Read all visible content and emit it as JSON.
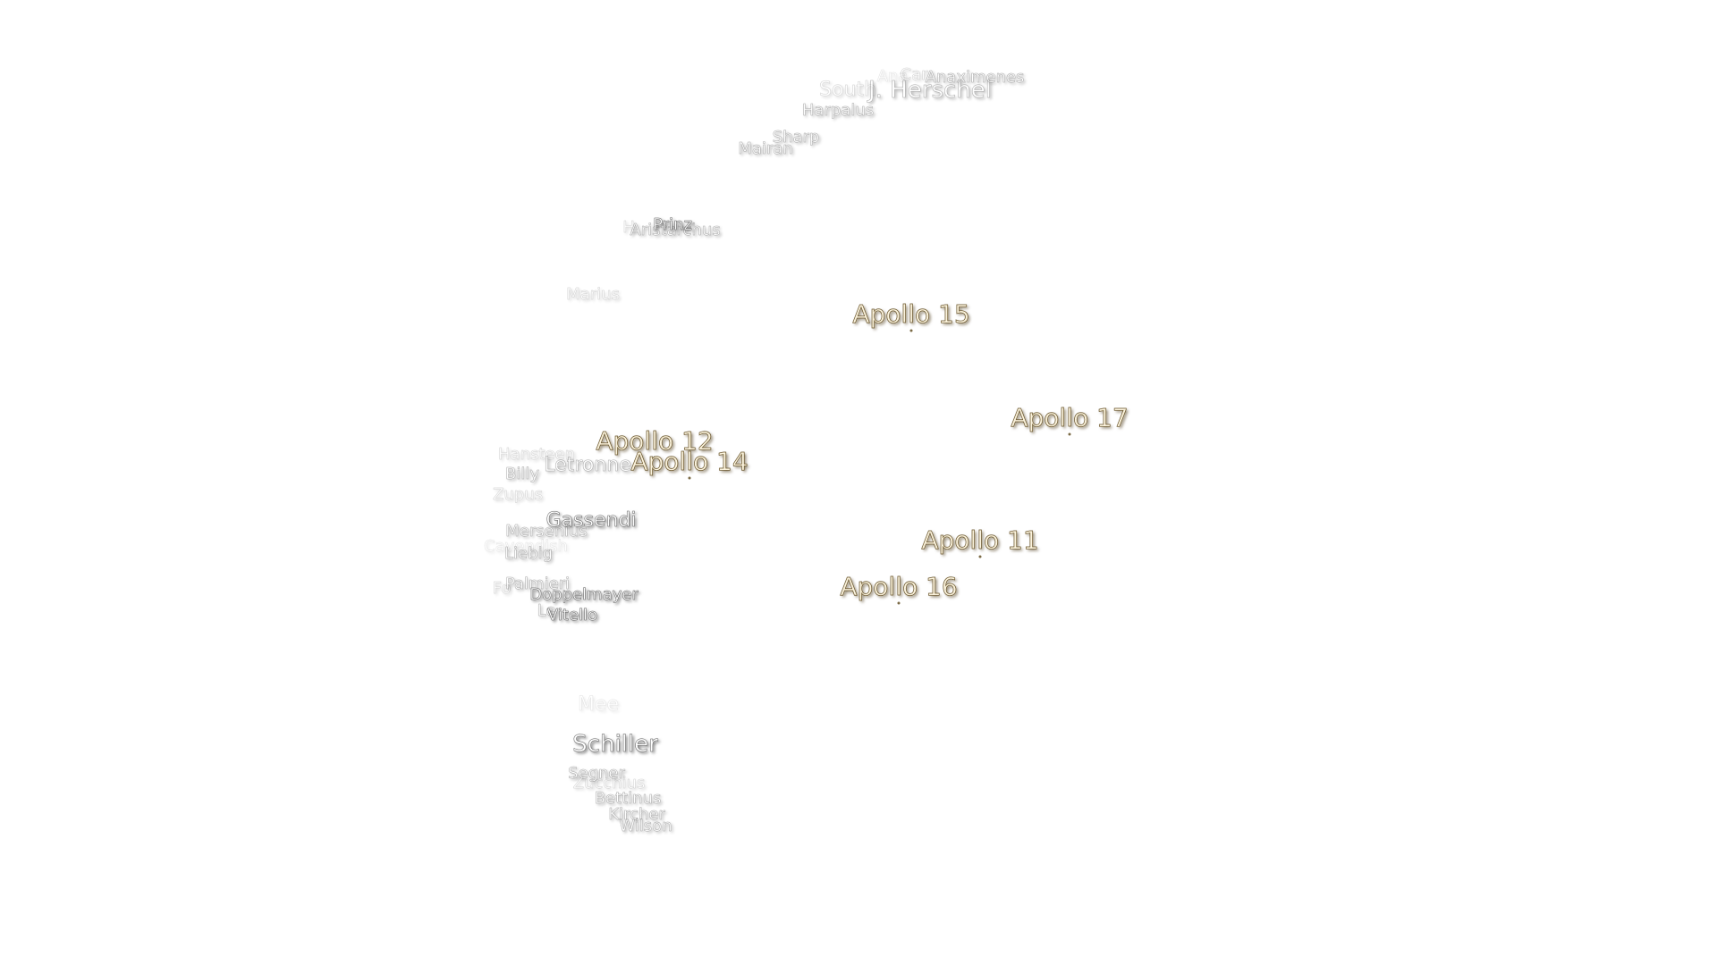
{
  "colors": {
    "background": "#ffffff",
    "crater_label_fill": "#ffffff",
    "crater_label_outline": "#6a6a6a",
    "apollo_label_fill": "#fbf3dd",
    "apollo_label_outline": "#6e5a30"
  },
  "craters": {
    "south": "South",
    "j_herschel": "J. Herschel",
    "anaximenes": "Anaximenes",
    "anaximander": "Ana",
    "carpenter": "Car",
    "harpalus": "Harpalus",
    "sharp": "Sharp",
    "mairan": "Mairan",
    "herodotus": "H",
    "aristarchus": "Aristarchus",
    "prinz": "Prinz",
    "marius": "Marius",
    "hansteen": "Hansteen",
    "billy": "Billy",
    "zupus": "Zupus",
    "letronne": "Letronne",
    "gassendi": "Gassendi",
    "mersenius": "Mersenius",
    "cavendish": "Cavendish",
    "liebig": "Liebig",
    "palmieri": "Palmieri",
    "fourier": "Fo",
    "doppelmayer": "Doppelmayer",
    "lee": "Le",
    "vitello": "Vitello",
    "mee": "Mee",
    "schiller": "Schiller",
    "sagner": "Segner",
    "zucchius": "Zucchius",
    "bettinus": "Bettinus",
    "kircher": "Kircher",
    "wilson": "Wilson"
  },
  "landing_sites": {
    "apollo_11": "Apollo 11",
    "apollo_12": "Apollo 12",
    "apollo_14": "Apollo 14",
    "apollo_15": "Apollo 15",
    "apollo_16": "Apollo 16",
    "apollo_17": "Apollo 17"
  }
}
